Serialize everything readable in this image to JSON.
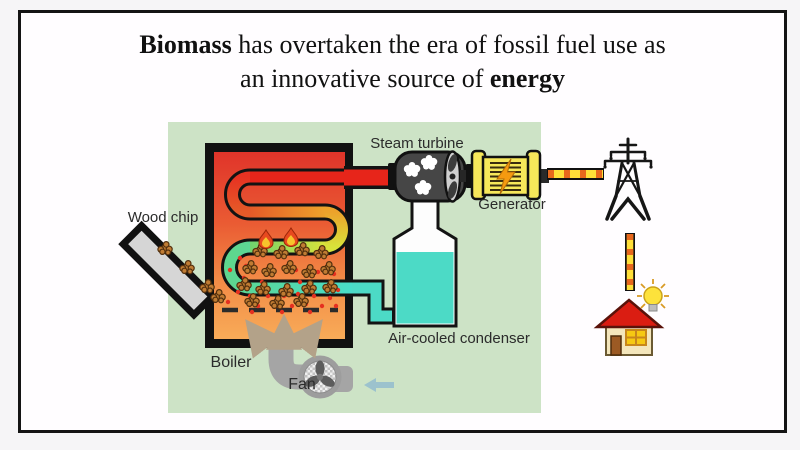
{
  "title": {
    "line1_bold": "Biomass",
    "line1_rest": " has overtaken the era of fossil fuel use as",
    "line2_rest": "an innovative source of ",
    "line2_bold": "energy"
  },
  "diagram": {
    "labels": {
      "wood_chip": "Wood chip",
      "boiler": "Boiler",
      "fan": "Fan",
      "steam_turbine": "Steam turbine",
      "generator": "Generator",
      "condenser": "Air-cooled condenser"
    },
    "icons": [
      "wood-chip-chute-icon",
      "wood-chip-icon",
      "boiler-icon",
      "serpentine-pipe-icon",
      "flame-icon",
      "ember-dots",
      "grate-dashes",
      "airflow-arrows-icon",
      "fan-icon",
      "air-intake-arrow-icon",
      "steam-turbine-icon",
      "steam-puff-icon",
      "turbine-rotor-icon",
      "generator-icon",
      "lightning-bolt-icon",
      "power-line-icon",
      "transmission-tower-icon",
      "light-bulb-icon",
      "house-icon",
      "condenser-tank-icon"
    ],
    "colors": {
      "panel_green": "#cde3c6",
      "boiler_red_top": "#e0342a",
      "boiler_orange_bottom": "#f8ab58",
      "pipe_cold_cyan": "#49dcc9",
      "pipe_hot_red": "#e7251a",
      "condenser_liquid": "#4cdac6",
      "generator_yellow": "#f6e75a",
      "power_line_yellow": "#ffdf38",
      "power_line_dash_orange": "#e8681c",
      "house_roof_red": "#da1d12",
      "bulb_yellow": "#fde23b",
      "duct_gray": "#a5a5a5"
    }
  }
}
